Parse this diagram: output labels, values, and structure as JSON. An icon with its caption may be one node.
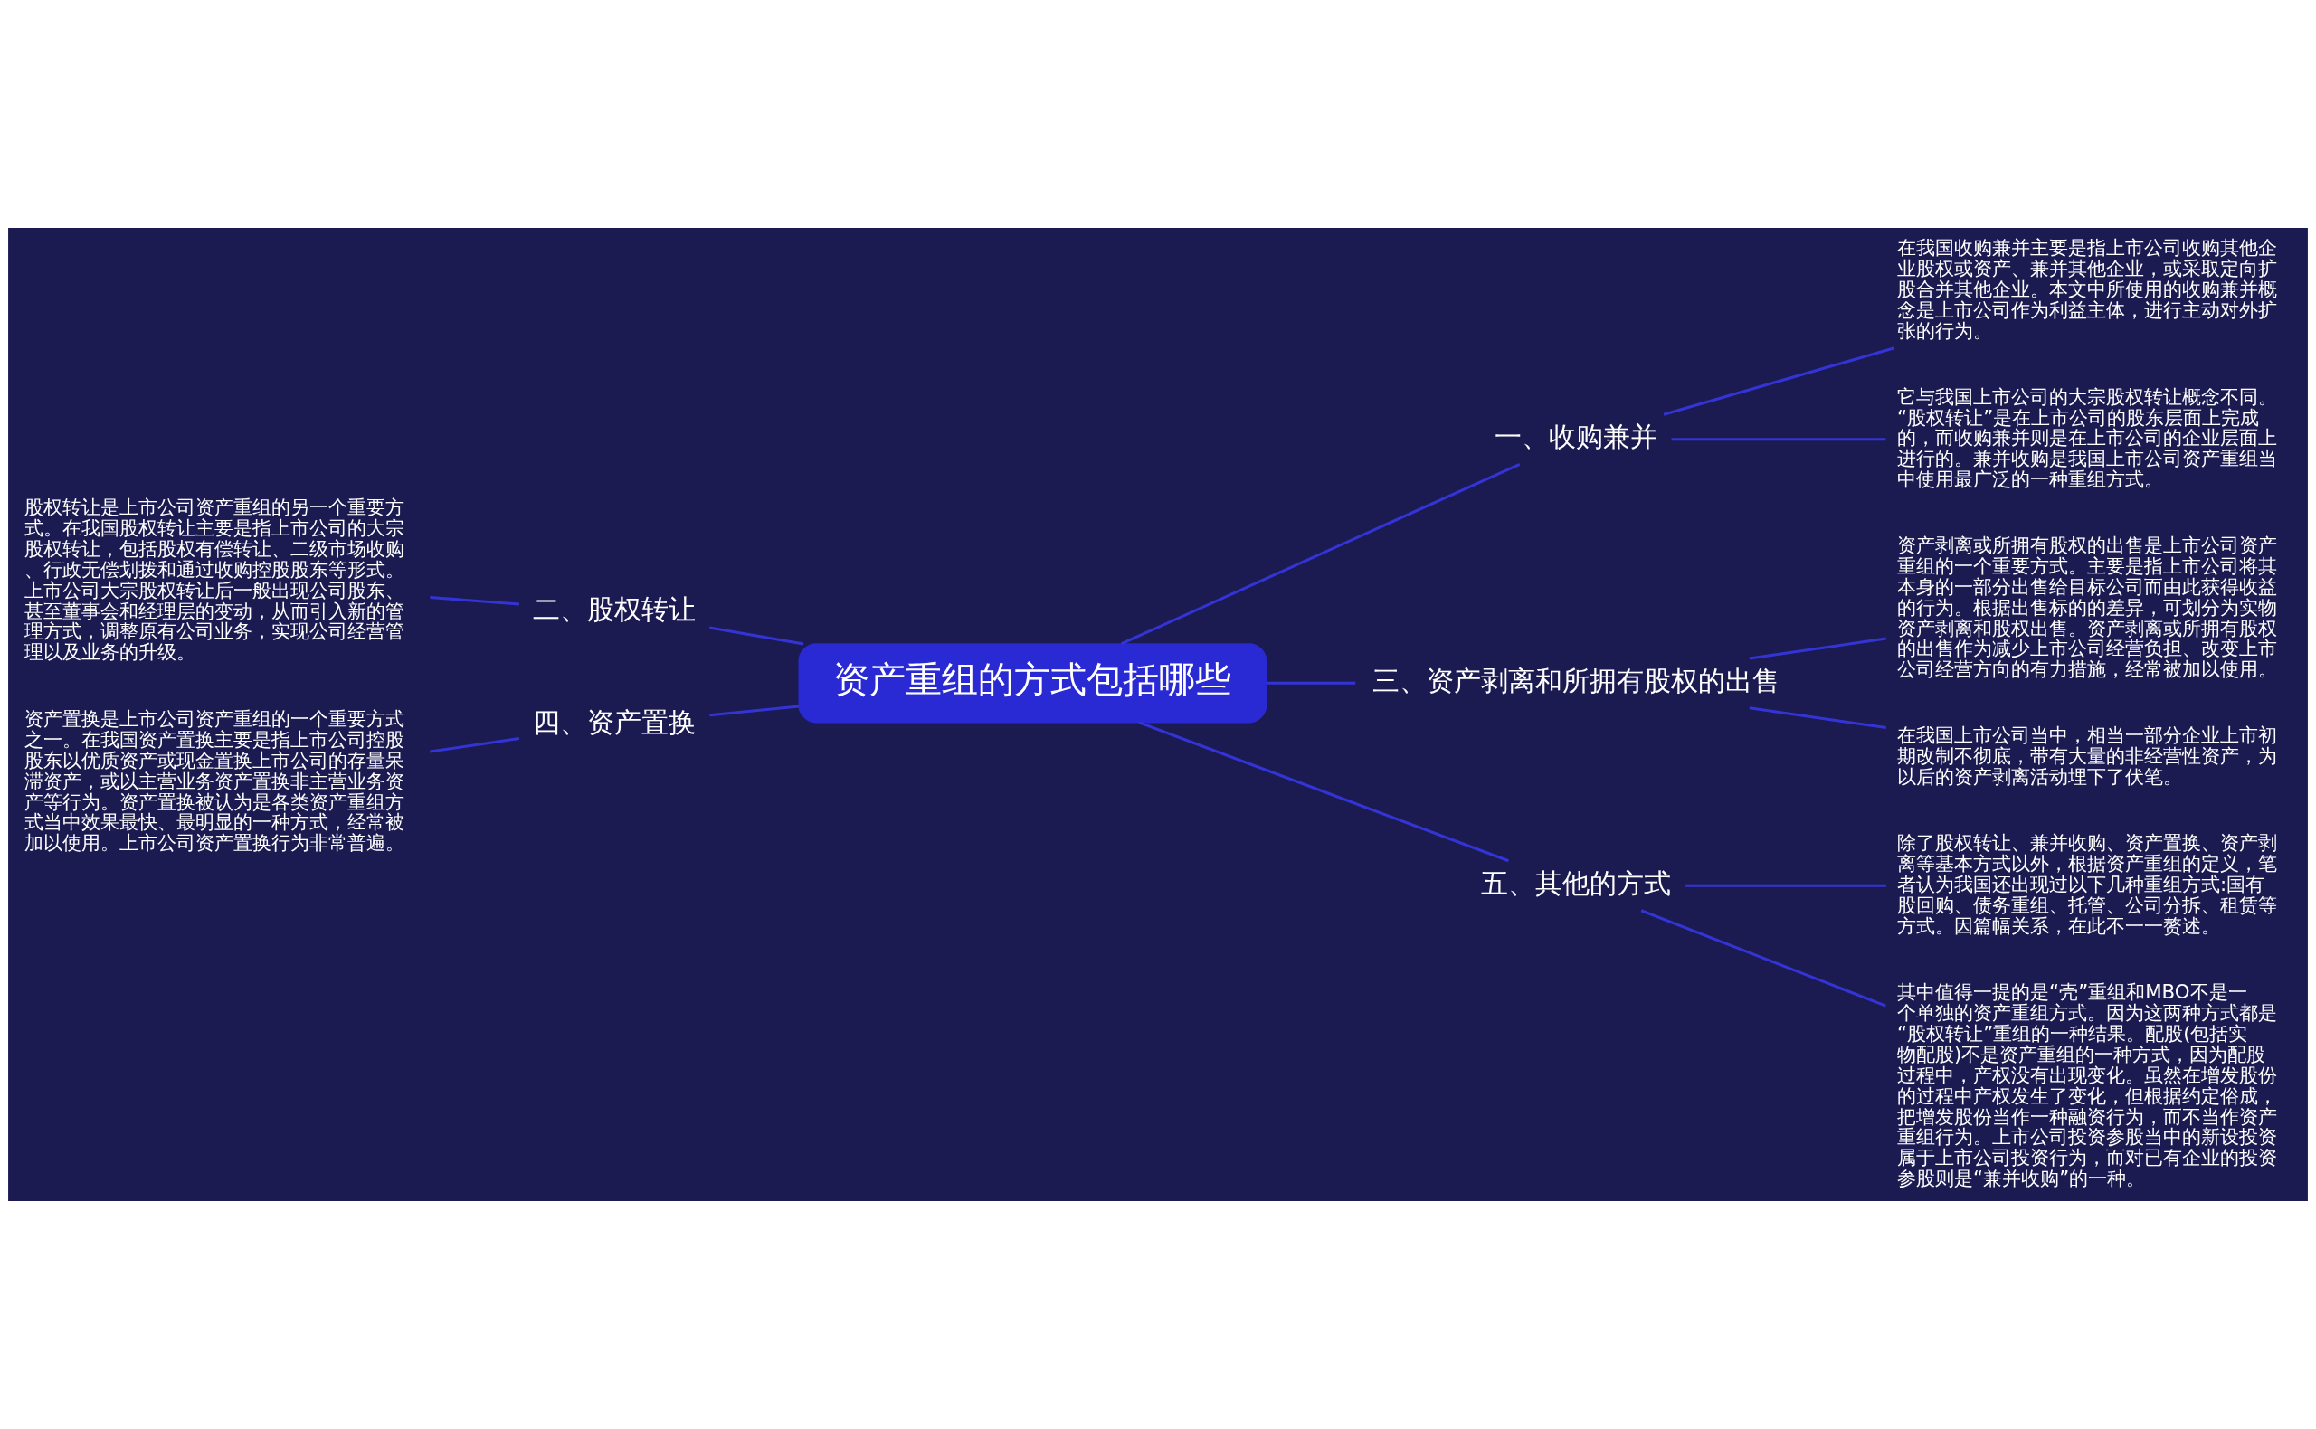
{
  "diagram": {
    "nodes": [
      {
        "text": [
          "资产重组的方式包括哪些"
        ]
      },
      {
        "text": [
          "一、收购兼并"
        ]
      },
      {
        "text": [
          "在我国收购兼并主要是指上市公司收购其他企业股权或资产、兼并其他企业，或采取定向扩股合并其他企业。本文中所使用的收购兼并概念是上市公司作为利益主体，进行主动对外扩张的行为。"
        ]
      },
      {
        "text": [
          "它与我国上市公司的大宗股权转让概念不同。“股权转让”是在上市公司的股东层面上完成的，而收购兼并则是在上市公司的企业层面上进行的。兼并收购是我国上市公司资产重组当中使用最广泛的一种重组方式。"
        ]
      },
      {
        "text": [
          "二、股权转让"
        ]
      },
      {
        "text": [
          "股权转让是上市公司资产重组的另一个重要方式。在我国股权转让主要是指上市公司的大宗股权转让，包括股权有偿转让、二级市场收购、行政无偿划拨和通过收购控股股东等形式。上市公司大宗股权转让后一般出现公司股东、甚至董事会和经理层的变动，从而引入新的管理方式，调整原有公司业务，实现公司经营管理以及业务的升级。"
        ]
      },
      {
        "text": [
          "三、资产剥离和所拥有股权的出售"
        ]
      },
      {
        "text": [
          "资产剥离或所拥有股权的出售是上市公司资产重组的一个重要方式。主要是指上市公司将其本身的一部分出售给目标公司而由此获得收益的行为。根据出售标的的差异，可划分为实物资产剥离和股权出售。资产剥离或所拥有股权的出售作为减少上市公司经营负担、改变上市公司经营方向的有力措施，经常被加以使用。"
        ]
      },
      {
        "text": [
          "在我国上市公司当中，相当一部分企业上市初期改制不彻底，带有大量的非经营性资产，为以后的资产剥离活动埋下了伏笔。"
        ]
      },
      {
        "text": [
          "四、资产置换"
        ]
      },
      {
        "text": [
          "资产置换是上市公司资产重组的一个重要方式之一。在我国资产置换主要是指上市公司控股股东以优质资产或现金置换上市公司的存量呆滞资产，或以主营业务资产置换非主营业务资产等行为。资产置换被认为是各类资产重组方式当中效果最快、最明显的一种方式，经常被加以使用。上市公司资产置换行为非常普遍。"
        ]
      },
      {
        "text": [
          "五、其他的方式"
        ]
      },
      {
        "text": [
          "除了股权转让、兼并收购、资产置换、资产剥离等基本方式以外，根据资产重组的定义，笔者认为我国还出现过以下几种重组方式:国有股回购、债务重组、托管、公司分拆、租赁等方式。因篇幅关系，在此不一一赘述。"
        ]
      },
      {
        "text": [
          "其中值得一提的是“壳”重组和MBO不是一个单独的资产重组方式。因为这两种方式都是“股权转让”重组的一种结果。配股(包括实物配股)不是资产重组的一种方式，因为配股过程中，产权没有出现变化。虽然在增发股份的过程中产权发生了变化，但根据约定俗成，把增发股份当作一种融资行为，而不当作资产重组行为。上市公司投资参股当中的新设投资属于上市公司投资行为，而对已有企业的投资参股则是“兼并收购”的一种。"
        ]
      }
    ],
    "edges": [
      {
        "from": 0,
        "to": 1,
        "arrow": "none"
      },
      {
        "from": 1,
        "to": 2,
        "arrow": "none"
      },
      {
        "from": 1,
        "to": 3,
        "arrow": "none"
      },
      {
        "from": 0,
        "to": 4,
        "arrow": "none"
      },
      {
        "from": 4,
        "to": 5,
        "arrow": "none"
      },
      {
        "from": 0,
        "to": 6,
        "arrow": "none"
      },
      {
        "from": 6,
        "to": 7,
        "arrow": "none"
      },
      {
        "from": 6,
        "to": 8,
        "arrow": "none"
      },
      {
        "from": 0,
        "to": 9,
        "arrow": "none"
      },
      {
        "from": 9,
        "to": 10,
        "arrow": "none"
      },
      {
        "from": 0,
        "to": 11,
        "arrow": "none"
      },
      {
        "from": 11,
        "to": 12,
        "arrow": "none"
      },
      {
        "from": 11,
        "to": 13,
        "arrow": "none"
      }
    ]
  }
}
